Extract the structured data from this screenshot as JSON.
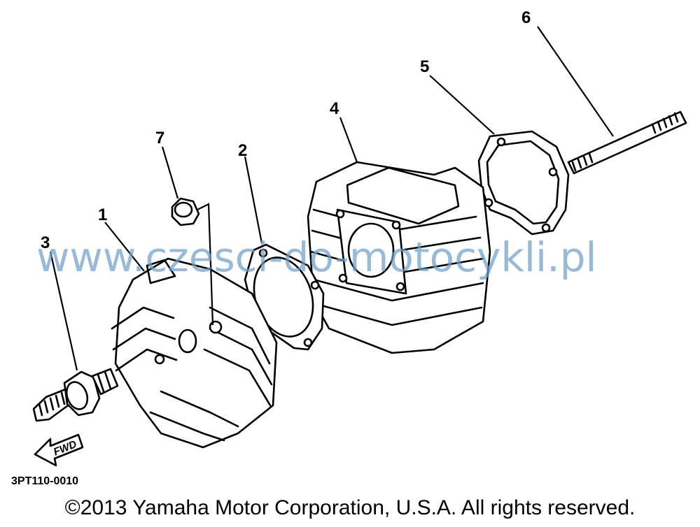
{
  "callouts": {
    "p1": "1",
    "p2": "2",
    "p3": "3",
    "p4": "4",
    "p5": "5",
    "p6": "6",
    "p7": "7"
  },
  "fwd_arrow_label": "FWD",
  "diagram_code": "3PT110-0010",
  "watermark": "www.czesci-do-motocykli.pl",
  "copyright": "©2013 Yamaha Motor Corporation, U.S.A. All rights reserved.",
  "colors": {
    "line": "#000000",
    "watermark": "#6ea0c8",
    "background": "#ffffff"
  }
}
